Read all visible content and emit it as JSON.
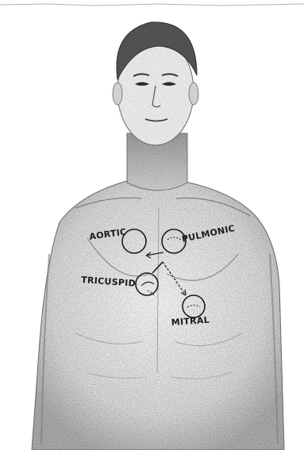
{
  "figure": {
    "labels": {
      "aortic": "AORTIC",
      "pulmonic": "PULMONIC",
      "tricuspid": "TRICUSPID",
      "mitral": "MITRAL"
    }
  },
  "colors": {
    "ink": "#1a1a1a",
    "paper": "#ffffff",
    "shading": "#8a8a8a"
  }
}
